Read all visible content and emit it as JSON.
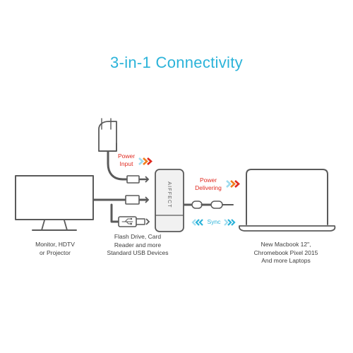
{
  "title": "3-in-1 Connectivity",
  "colors": {
    "title": "#2bb3d9",
    "line": "#5a5a5a",
    "power_label": "#e0291f",
    "sync_label": "#2bb3d9",
    "arrow_red": "#e0291f",
    "arrow_orange": "#f07d1e",
    "arrow_cyan": "#2bb3d9",
    "arrow_pale": "#9fdcef",
    "hub_fill": "#f1f1f1"
  },
  "hub": {
    "brand": "AIFFECT"
  },
  "labels": {
    "power_input": [
      "Power",
      "Input"
    ],
    "power_delivering": [
      "Power",
      "Delivering"
    ],
    "sync": "Sync"
  },
  "captions": {
    "monitor": [
      "Monitor, HDTV",
      "or Projector"
    ],
    "usb": [
      "Flash Drive, Card",
      "Reader and more",
      "Standard USB Devices"
    ],
    "laptop": [
      "New Macbook 12\",",
      "Chromebook Pixel 2015",
      "And more Laptops"
    ]
  },
  "icons": [
    "power-adapter-icon",
    "hdmi-plug-icon",
    "usb-plug-icon",
    "usb-symbol-icon",
    "usb-c-plug-icon",
    "monitor-icon",
    "laptop-icon"
  ]
}
